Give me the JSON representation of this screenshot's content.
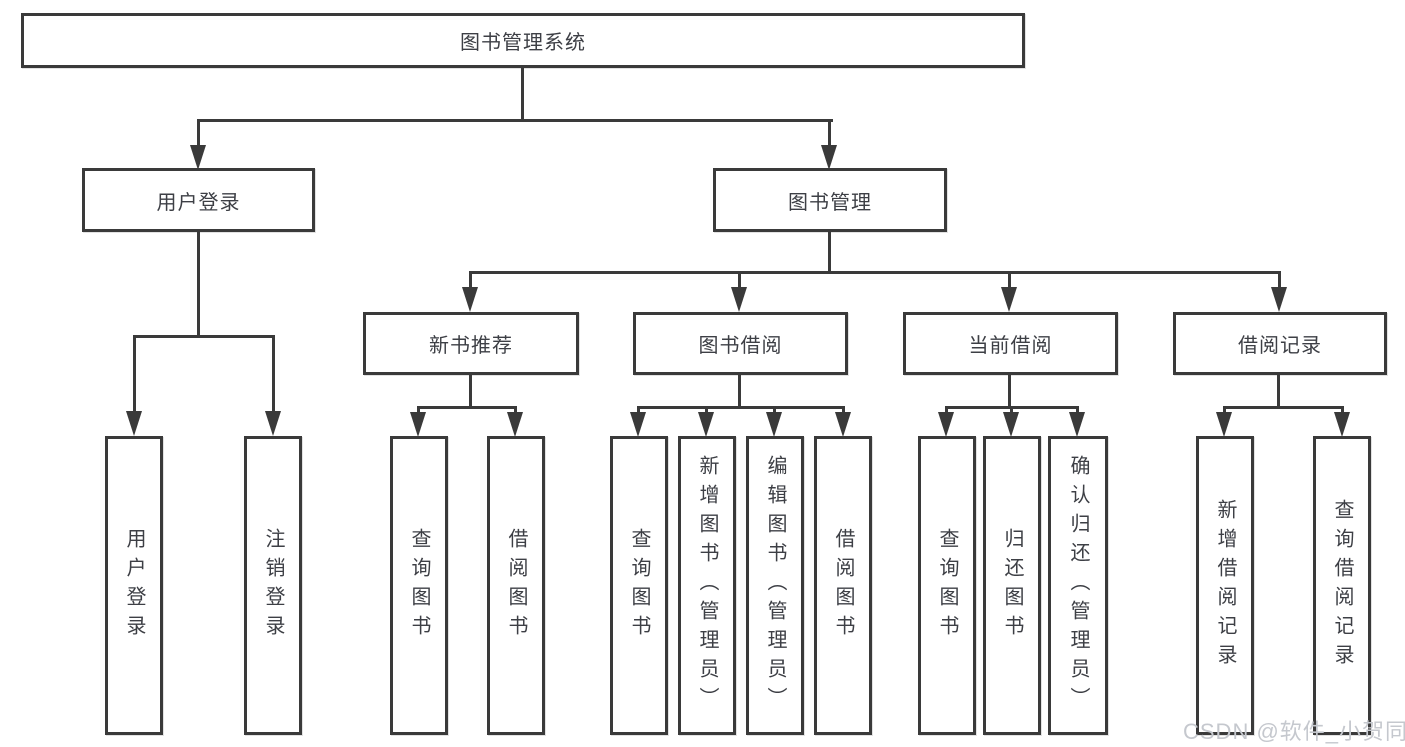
{
  "diagram": {
    "root": {
      "label": "图书管理系统",
      "children": [
        {
          "label": "用户登录",
          "children": [
            {
              "label": "用户登录"
            },
            {
              "label": "注销登录"
            }
          ]
        },
        {
          "label": "图书管理",
          "children": [
            {
              "label": "新书推荐",
              "children": [
                {
                  "label": "查询图书"
                },
                {
                  "label": "借阅图书"
                }
              ]
            },
            {
              "label": "图书借阅",
              "children": [
                {
                  "label": "查询图书"
                },
                {
                  "label": "新增图书（管理员）"
                },
                {
                  "label": "编辑图书（管理员）"
                },
                {
                  "label": "借阅图书"
                }
              ]
            },
            {
              "label": "当前借阅",
              "children": [
                {
                  "label": "查询图书"
                },
                {
                  "label": "归还图书"
                },
                {
                  "label": "确认归还（管理员）"
                }
              ]
            },
            {
              "label": "借阅记录",
              "children": [
                {
                  "label": "新增借阅记录"
                },
                {
                  "label": "查询借阅记录"
                }
              ]
            }
          ]
        }
      ]
    }
  },
  "watermark": {
    "text": "CSDN @软件_小贺同学"
  },
  "colors": {
    "line": "#3a3a3a",
    "text": "#3d3f45",
    "watermark": "#c5c8ce",
    "background": "#ffffff"
  }
}
